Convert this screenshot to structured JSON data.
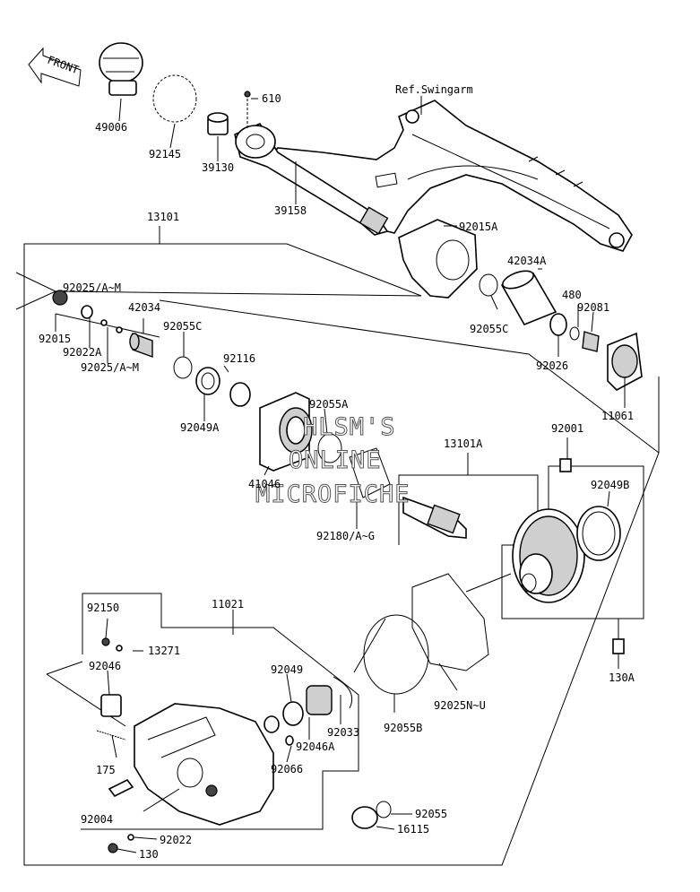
{
  "front_label": "FRONT",
  "ref_label": "Ref.Swingarm",
  "watermark": [
    "HLSM'S",
    "ONLINE",
    "MICROFICHE"
  ],
  "parts": {
    "p49006": "49006",
    "p92145": "92145",
    "p39130": "39130",
    "p610": "610",
    "p39158": "39158",
    "p92015A": "92015A",
    "p13101": "13101",
    "p42034A": "42034A",
    "p92025AM_top": "92025/A~M",
    "p480": "480",
    "p42034": "42034",
    "p92081": "92081",
    "p92055C_top": "92055C",
    "p92055C_low": "92055C",
    "p92015": "92015",
    "p92022A": "92022A",
    "p92026": "92026",
    "p92025AM_low": "92025/A~M",
    "p92116": "92116",
    "p11061": "11061",
    "p92049A": "92049A",
    "p92055A": "92055A",
    "p92001": "92001",
    "p13101A": "13101A",
    "p41046": "41046",
    "p92049B": "92049B",
    "p92180": "92180/A~G",
    "p92150": "92150",
    "p11021": "11021",
    "p13271": "13271",
    "p92046": "92046",
    "p92049": "92049",
    "p130A": "130A",
    "p92033": "92033",
    "p92046A": "92046A",
    "p92055B": "92055B",
    "p92025NU": "92025N~U",
    "p175": "175",
    "p92066": "92066",
    "p92004": "92004",
    "p92055": "92055",
    "p16115": "16115",
    "p92022": "92022",
    "p130": "130"
  }
}
